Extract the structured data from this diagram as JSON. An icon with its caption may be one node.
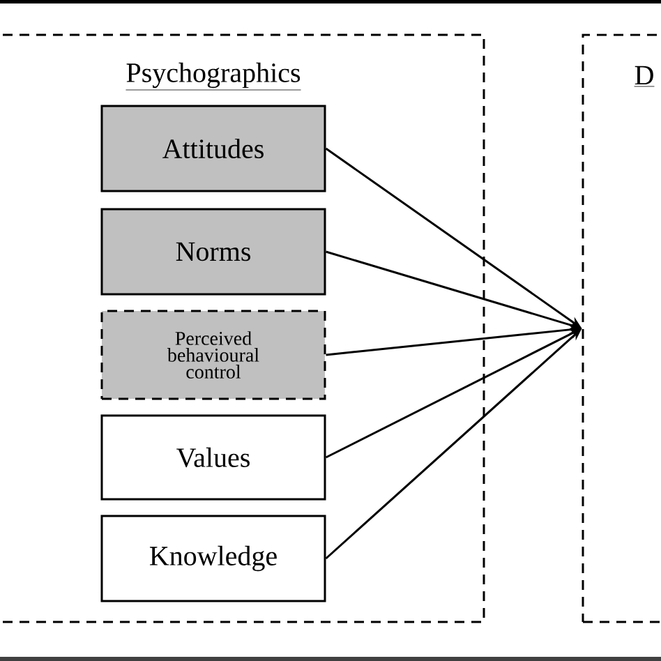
{
  "diagram": {
    "nodes": [
      {
        "text": [
          "Psychographics"
        ]
      },
      {
        "text": [
          "Attitudes"
        ],
        "in": 0
      },
      {
        "text": [
          "Norms"
        ],
        "in": 0
      },
      {
        "text": [
          "Perceived behavioural control"
        ],
        "in": 0
      },
      {
        "text": [
          "Values"
        ],
        "in": 0
      },
      {
        "text": [
          "Knowledge"
        ],
        "in": 0
      },
      {
        "text": [
          "D"
        ]
      }
    ],
    "edges": [
      {
        "from": 1,
        "to": 6,
        "arrow": "to"
      },
      {
        "from": 2,
        "to": 6,
        "arrow": "to"
      },
      {
        "from": 3,
        "to": 6,
        "arrow": "to"
      },
      {
        "from": 4,
        "to": 6,
        "arrow": "to"
      },
      {
        "from": 5,
        "to": 6,
        "arrow": "to"
      }
    ]
  }
}
